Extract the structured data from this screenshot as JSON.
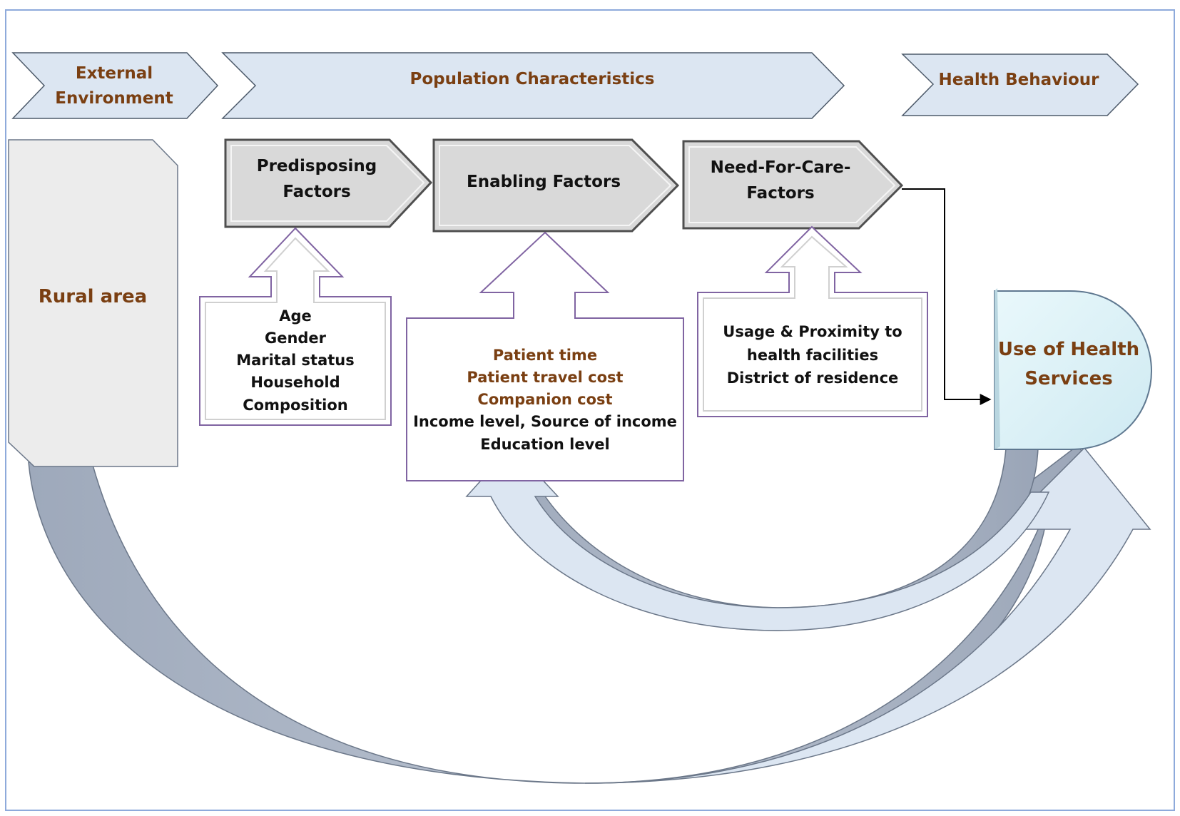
{
  "headers": {
    "external_env_line1": "External",
    "external_env_line2": "Environment",
    "population": "Population Characteristics",
    "health_behaviour": "Health Behaviour"
  },
  "rural": {
    "label": "Rural area"
  },
  "factors": {
    "predisposing_line1": "Predisposing",
    "predisposing_line2": "Factors",
    "enabling": "Enabling Factors",
    "need_line1": "Need-For-Care-",
    "need_line2": "Factors"
  },
  "predisposing_items": [
    "Age",
    "Gender",
    "Marital status",
    "Household",
    "Composition"
  ],
  "enabling_items_highlight": [
    "Patient time",
    "Patient travel cost",
    "Companion cost"
  ],
  "enabling_items": [
    "Income level, Source of income",
    "Education level"
  ],
  "need_items": [
    "Usage & Proximity to",
    "health facilities",
    "District of residence"
  ],
  "outcome": {
    "line1": "Use of Health",
    "line2": "Services"
  },
  "colors": {
    "header_fill": "#dce6f2",
    "factor_fill": "#d9d9d9",
    "outcome_fill": "#dff4f8",
    "label_brown": "#7a3f12",
    "curve_grey": "#a8b2c2",
    "curve_light": "#dce6f2",
    "box_border": "#8064a2"
  }
}
